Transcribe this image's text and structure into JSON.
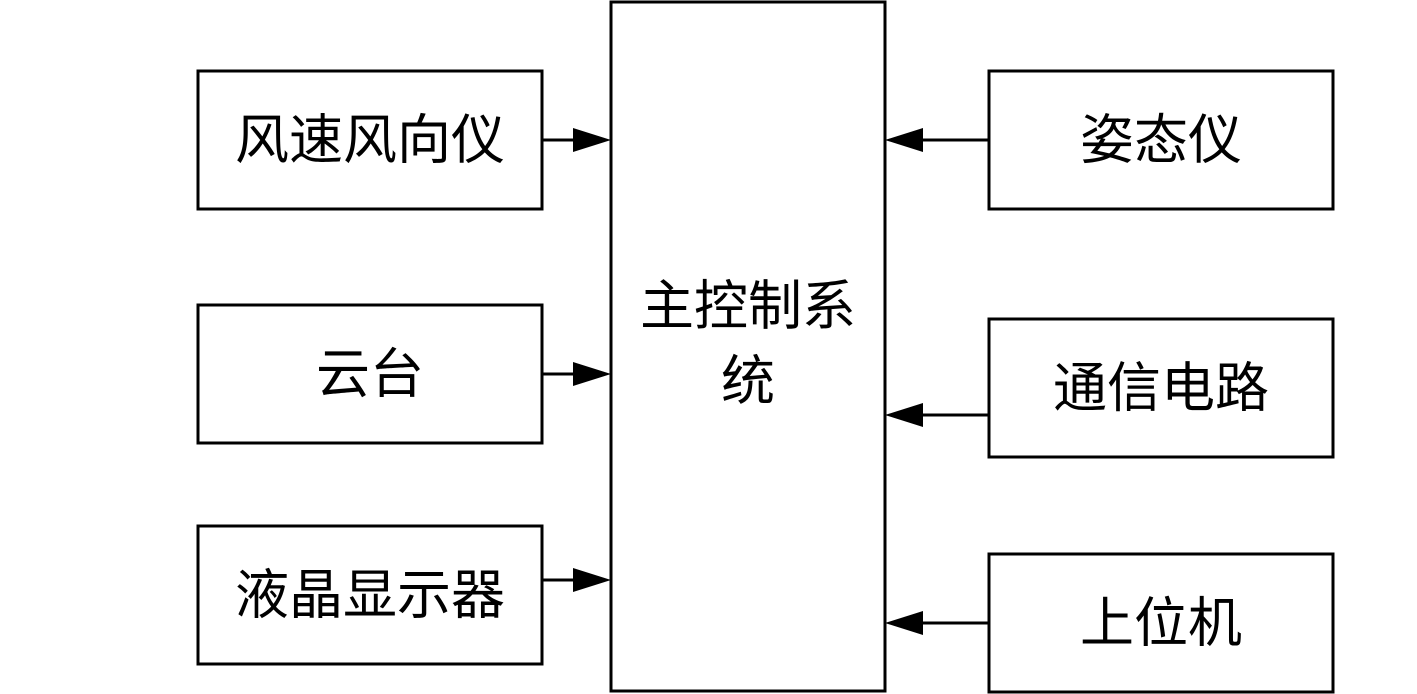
{
  "diagram": {
    "center": {
      "line1": "主控制系",
      "line2": "统"
    },
    "left": [
      {
        "label": "风速风向仪"
      },
      {
        "label": "云台"
      },
      {
        "label": "液晶显示器"
      }
    ],
    "right": [
      {
        "label": "姿态仪"
      },
      {
        "label": "通信电路"
      },
      {
        "label": "上位机"
      }
    ]
  }
}
